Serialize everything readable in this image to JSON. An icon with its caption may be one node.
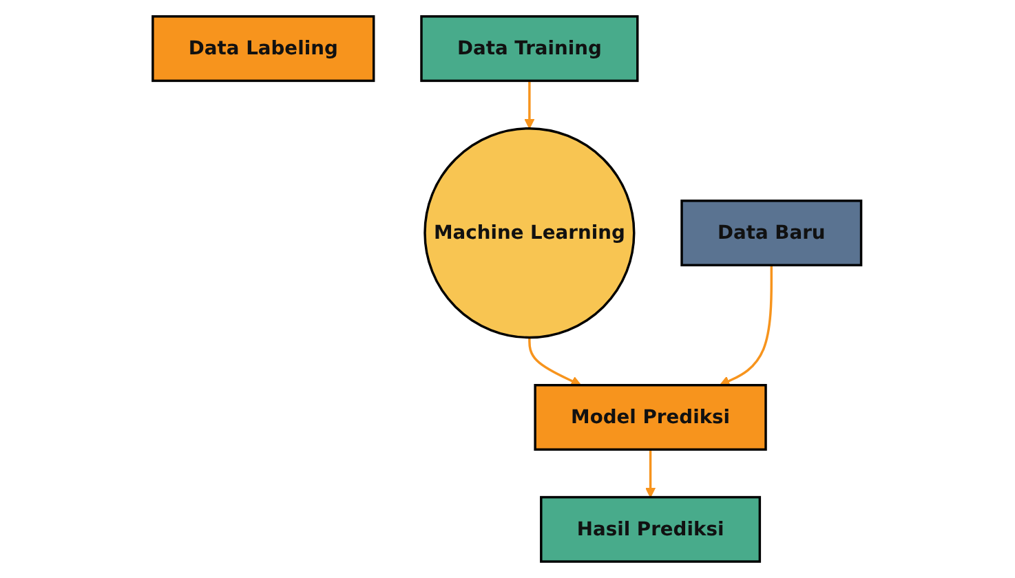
{
  "diagram": {
    "nodes": [
      {
        "text": [
          "Data Labeling"
        ]
      },
      {
        "text": [
          "Data Training"
        ]
      },
      {
        "text": [
          "Machine Learning"
        ]
      },
      {
        "text": [
          "Data Baru"
        ]
      },
      {
        "text": [
          "Model Prediksi"
        ]
      },
      {
        "text": [
          "Hasil Prediksi"
        ]
      }
    ],
    "edges": [
      {
        "from": 1,
        "to": 2,
        "arrow": "to"
      },
      {
        "from": 2,
        "to": 4,
        "arrow": "to"
      },
      {
        "from": 3,
        "to": 4,
        "arrow": "to"
      },
      {
        "from": 4,
        "to": 5,
        "arrow": "to"
      }
    ]
  }
}
